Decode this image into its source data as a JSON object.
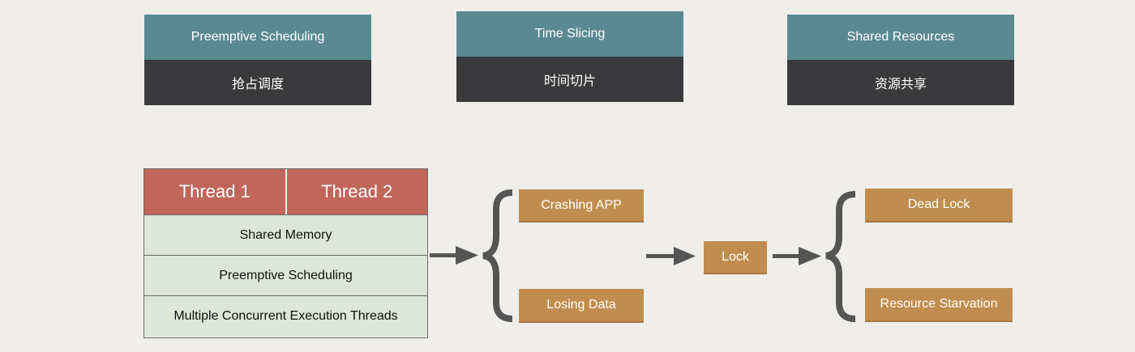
{
  "concepts": [
    {
      "en": "Preemptive Scheduling",
      "zh": "抢占调度"
    },
    {
      "en": "Time Slicing",
      "zh": "时间切片"
    },
    {
      "en": "Shared Resources",
      "zh": "资源共享"
    }
  ],
  "stack": {
    "threads": [
      "Thread 1",
      "Thread 2"
    ],
    "layers": [
      "Shared Memory",
      "Preemptive Scheduling",
      "Multiple Concurrent Execution Threads"
    ]
  },
  "outcomes": [
    "Crashing APP",
    "Losing Data"
  ],
  "lock": "Lock",
  "lock_outcomes": [
    "Dead Lock",
    "Resource Starvation"
  ],
  "colors": {
    "concept_en": "#5b8992",
    "concept_zh": "#3a3a3c",
    "thread": "#c0665b",
    "layer": "#dde6d7",
    "box": "#c08d4f",
    "arrow": "#555555"
  }
}
